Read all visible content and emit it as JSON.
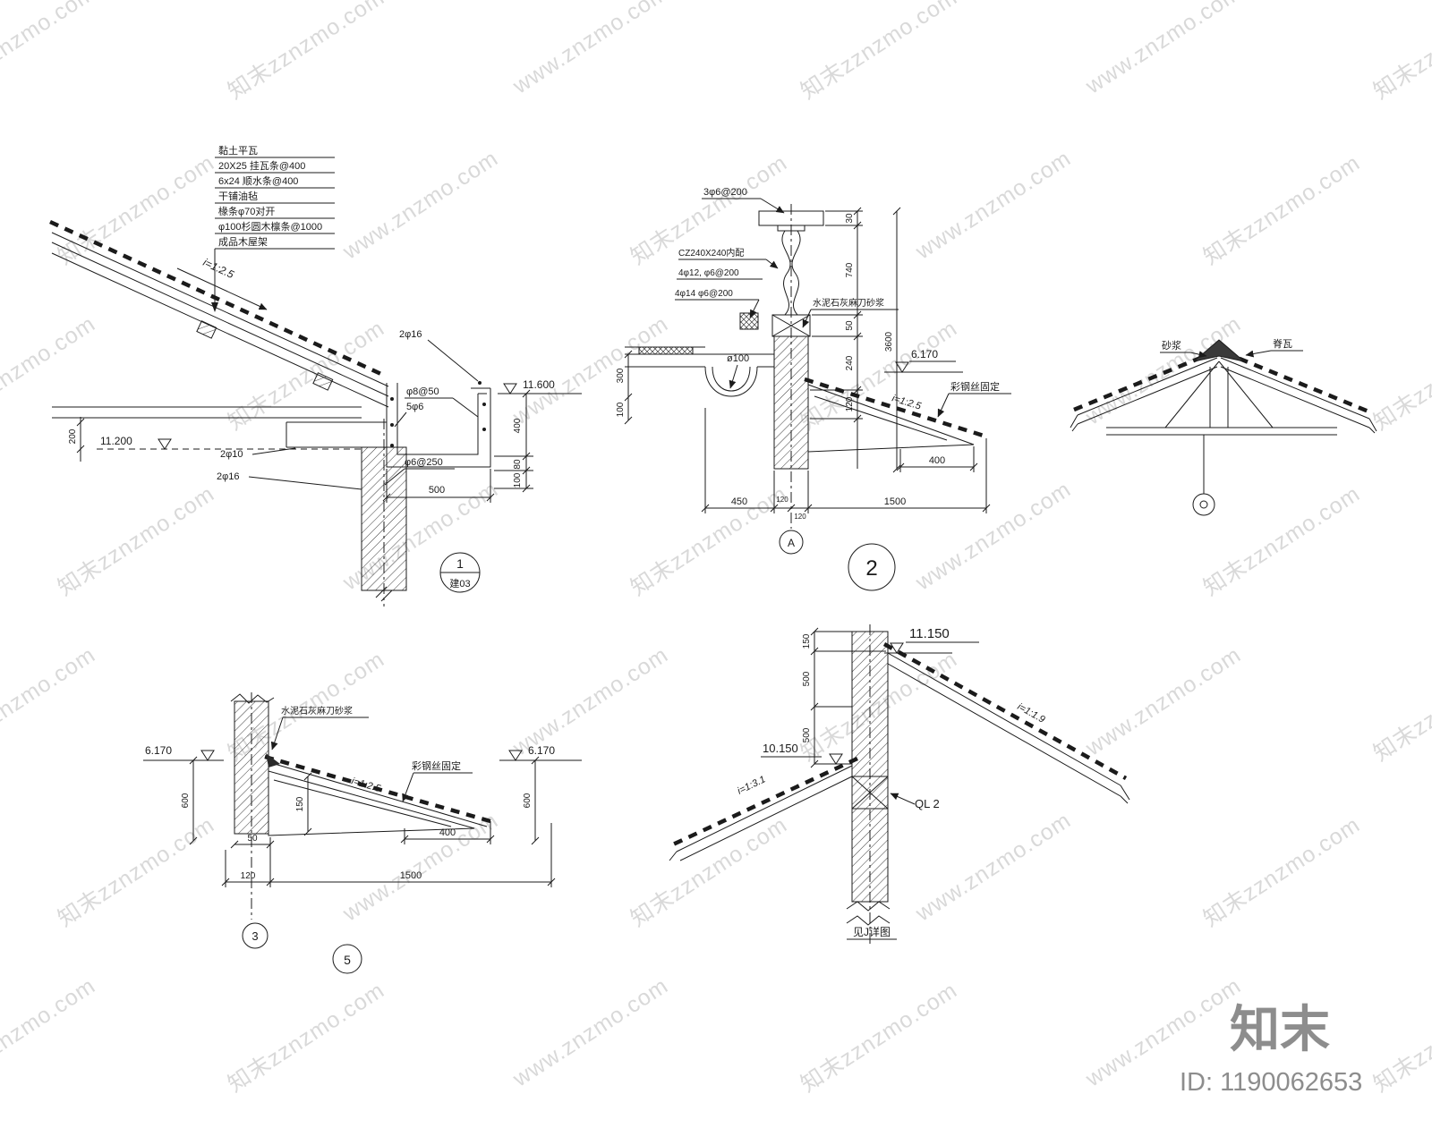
{
  "watermark": {
    "text_a": "知末zznzmo.com",
    "text_b": "www.znzmo.com",
    "color": "#d9d9d9"
  },
  "footer": {
    "logo": "知末",
    "id_text": "ID: 1190062653"
  },
  "d1": {
    "notes": [
      "黏土平瓦",
      "20X25 挂瓦条@400",
      "6x24 顺水条@400",
      "干铺油毡",
      "椽条φ70对开",
      "φ100杉圆木檩条@1000",
      "成品木屋架"
    ],
    "slope": "i=1:2.5",
    "bars_top": "2φ16",
    "gutter_bars1": "φ8@50",
    "gutter_bars2": "5φ6",
    "stirrup": "φ6@250",
    "bars_mid": "2φ10",
    "bars_bottom": "2φ16",
    "level_eave": "11.600",
    "level_soffit": "11.200",
    "dim_v1": "400",
    "dim_v2": "80",
    "dim_v3": "100",
    "dim_200": "200",
    "dim_w": "500",
    "bubble_no": "1",
    "bubble_ref": "建03"
  },
  "d2": {
    "rail_bars": "3φ6@200",
    "post_spec": "CZ240X240内配",
    "post_bars1": "4φ12, φ6@200",
    "post_bars2": "4φ14 φ6@200",
    "mortar": "水泥石灰麻刀砂浆",
    "pipe": "ø100",
    "level": "6.170",
    "slope": "i=1:2.5",
    "wire": "彩钢丝固定",
    "dims_right": [
      "30",
      "740",
      "50",
      "240",
      "120"
    ],
    "dim_total": "3600",
    "dims_left": [
      "300",
      "100"
    ],
    "dim_eave": "400",
    "dims_bottom": [
      "450",
      "120",
      "120",
      "1500"
    ],
    "axis": "A",
    "bubble_no": "2"
  },
  "d3": {
    "mortar": "砂浆",
    "ridge_tile": "脊瓦"
  },
  "d4": {
    "mortar": "水泥石灰麻刀砂浆",
    "level_left": "6.170",
    "level_right": "6.170",
    "slope": "i=1:2.5",
    "wire": "彩钢丝固定",
    "dim_h_left": "600",
    "dim_h_right": "600",
    "dim_beam": "150",
    "dim_50": "50",
    "dim_eave": "400",
    "dims_bottom": [
      "120",
      "1500"
    ],
    "bubble_a": "3",
    "bubble_b": "5"
  },
  "d5": {
    "level_top": "11.150",
    "level_mid": "10.150",
    "slope_right": "i=1:1.9",
    "slope_left": "i=1:3.1",
    "beam_label": "QL 2",
    "note": "见J详图",
    "dims_left": [
      "150",
      "500",
      "500"
    ]
  }
}
